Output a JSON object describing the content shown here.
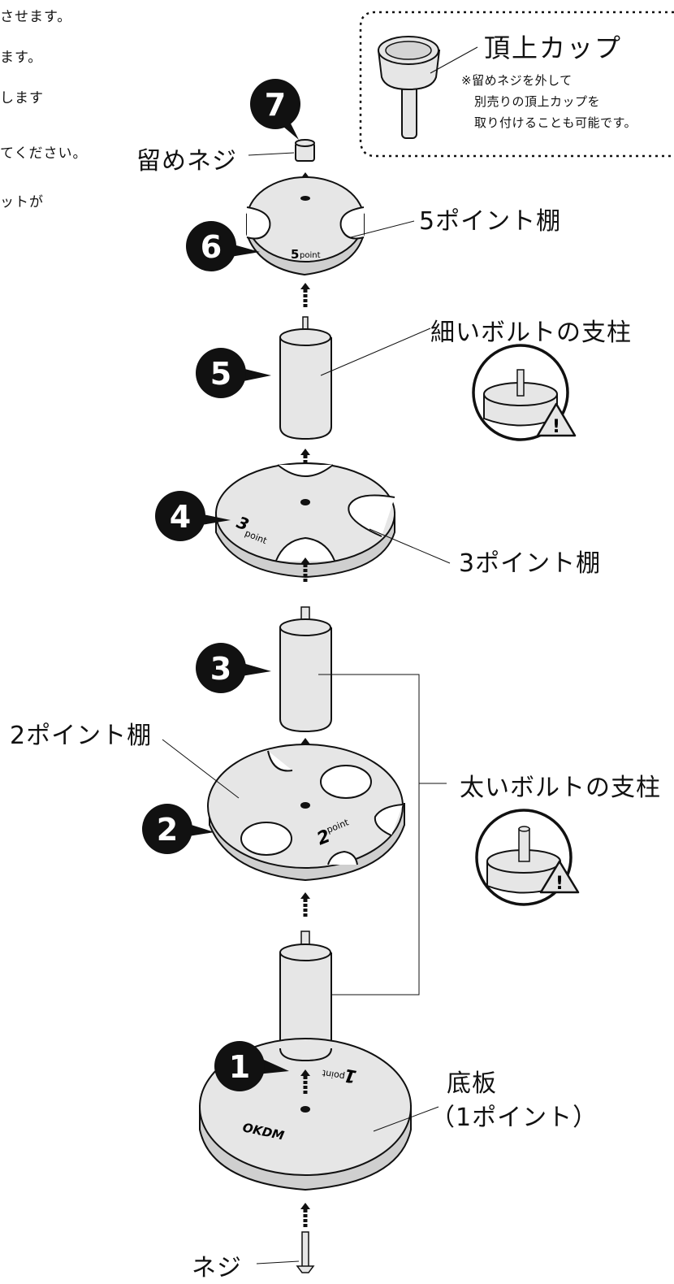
{
  "intro_lines": [
    "させます。",
    "ます。",
    "します",
    "てください。",
    "ットが"
  ],
  "callout": {
    "title": "頂上カップ",
    "note_line1": "※留めネジを外して",
    "note_line2": "別売りの頂上カップを",
    "note_line3": "取り付けることも可能です。"
  },
  "labels": {
    "stop_screw": "留めネジ",
    "shelf5": "5ポイント棚",
    "thin_post": "細いボルトの支柱",
    "shelf3": "3ポイント棚",
    "shelf2": "2ポイント棚",
    "thick_post": "太いボルトの支柱",
    "base_line1": "底板",
    "base_line2": "（1ポイント）",
    "screw": "ネジ"
  },
  "steps": [
    "1",
    "2",
    "3",
    "4",
    "5",
    "6",
    "7"
  ],
  "plate_marks": {
    "shelf5": {
      "digit": "5",
      "word": "point"
    },
    "shelf3": {
      "digit": "3",
      "word": "point"
    },
    "shelf2": {
      "digit": "2",
      "word": "point"
    },
    "base": {
      "digit": "1",
      "word": "point"
    },
    "brand": "OKDM"
  },
  "colors": {
    "part_fill": "#e6e6e6",
    "part_side": "#cfcfcf",
    "ink": "#111111"
  }
}
